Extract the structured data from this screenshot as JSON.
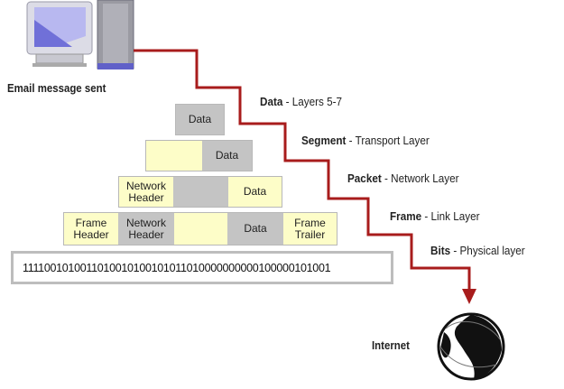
{
  "sender": {
    "label": "Email message sent"
  },
  "receiver": {
    "label": "Internet"
  },
  "layers": [
    {
      "name": "Data",
      "desc": " - Layers 5-7"
    },
    {
      "name": "Segment",
      "desc": " - Transport Layer"
    },
    {
      "name": "Packet",
      "desc": " - Network Layer"
    },
    {
      "name": "Frame",
      "desc": " - Link Layer"
    },
    {
      "name": "Bits",
      "desc": " - Physical layer"
    }
  ],
  "pdu": {
    "data_row": {
      "data": "Data"
    },
    "segment_row": {
      "data": "Data"
    },
    "packet_row": {
      "network_header": "Network Header",
      "data": "Data"
    },
    "frame_row": {
      "frame_header": "Frame Header",
      "network_header": "Network Header",
      "data": "Data",
      "frame_trailer": "Frame Trailer"
    },
    "bits": "1111001010011010010100101011010000000000100000101001"
  },
  "colors": {
    "path": "#a81c1c",
    "header": "#fdfdc8",
    "gray": "#c4c4c4"
  }
}
